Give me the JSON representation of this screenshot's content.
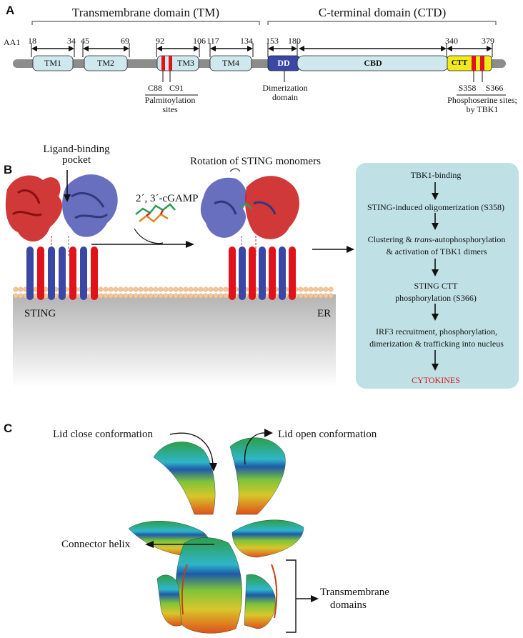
{
  "panels": {
    "a": "A",
    "b": "B",
    "c": "C"
  },
  "panel_a": {
    "tm_label": "Transmembrane domain (TM)",
    "ctd_label": "C-terminal domain (CTD)",
    "aa1": "AA1",
    "positions": [
      "18",
      "34",
      "45",
      "69",
      "92",
      "106",
      "117",
      "134",
      "153",
      "180",
      "340",
      "379"
    ],
    "domains": {
      "tm1": "TM1",
      "tm2": "TM2",
      "tm3": "TM3",
      "tm4": "TM4",
      "dd": "DD",
      "cbd": "CBD",
      "ctt": "CTT"
    },
    "palm": {
      "c88": "C88",
      "c91": "C91",
      "label": "Palmitoylation",
      "label2": "sites"
    },
    "dimer": {
      "line1": "Dimerization",
      "line2": "domain"
    },
    "phospho": {
      "s358": "S358",
      "s366": "S366",
      "line1": "Phosphoserine sites;",
      "line2": "by TBK1"
    },
    "colors": {
      "domain_fill": "#cfe8ee",
      "dd_fill": "#3b47a5",
      "ctt_fill": "#f0ea1c",
      "site_red": "#e0131b",
      "backbone": "#8c8c8c"
    }
  },
  "panel_b": {
    "ligand_pocket": {
      "line1": "Ligand-binding",
      "line2": "pocket"
    },
    "cgamp": "2´, 3´-cGAMP",
    "rotation": "Rotation of STING monomers",
    "sting": "STING",
    "er": "ER",
    "pathway": {
      "step1": "TBK1-binding",
      "step2": "STING-induced oligomerization (S358)",
      "step3a": "Clustering & ",
      "step3_italic": "trans",
      "step3b": "-autophosphorylation",
      "step3c": "& activation of TBK1 dimers",
      "step4a": "STING CTT",
      "step4b": "phosphorylation (S366)",
      "step5a": "IRF3 recruitment, phosphorylation,",
      "step5b": "dimerization & trafficking into nucleus",
      "step6": "CYTOKINES"
    },
    "colors": {
      "box_fill": "#bfe1e6",
      "cytokines": "#e0131b",
      "monomer_red": "#cc2222",
      "monomer_blue": "#5a63b8",
      "membrane": "#f2c69a"
    }
  },
  "panel_c": {
    "lid_close": "Lid close conformation",
    "lid_open": "Lid open conformation",
    "connector": "Connector helix",
    "tm_line1": "Transmembrane",
    "tm_line2": "domains"
  }
}
